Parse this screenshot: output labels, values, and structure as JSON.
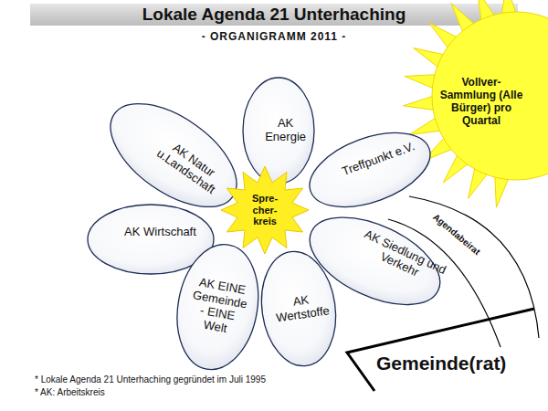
{
  "diagram": {
    "title": "Lokale Agenda 21 Unterhaching",
    "nodes": [
      {
        "text": [
          "AK Energie"
        ]
      },
      {
        "text": [
          "Vollver- Sammlung (Alle Bürger) pro Quartal"
        ]
      },
      {
        "text": [
          "AK Natur u.Landschaft"
        ]
      },
      {
        "text": [
          "Treffpunkt e.V."
        ]
      },
      {
        "text": [
          "AK Wirtschaft"
        ]
      },
      {
        "text": [
          "AK Siedlung und Verkehr"
        ]
      },
      {
        "text": [
          "AK EINE Gemeinde - EINE Welt"
        ]
      },
      {
        "text": [
          "AK Wertstoffe"
        ]
      },
      {
        "text": [
          "Spre- cher- kreis"
        ]
      }
    ],
    "labels": [
      "- ORGANIGRAMM 2011 -",
      "Agendabeirat",
      "Gemeinde(rat)",
      "* Lokale Agenda 21 Unterhaching gegründet im Juli 1995",
      "* AK: Arbeitskreis"
    ]
  }
}
